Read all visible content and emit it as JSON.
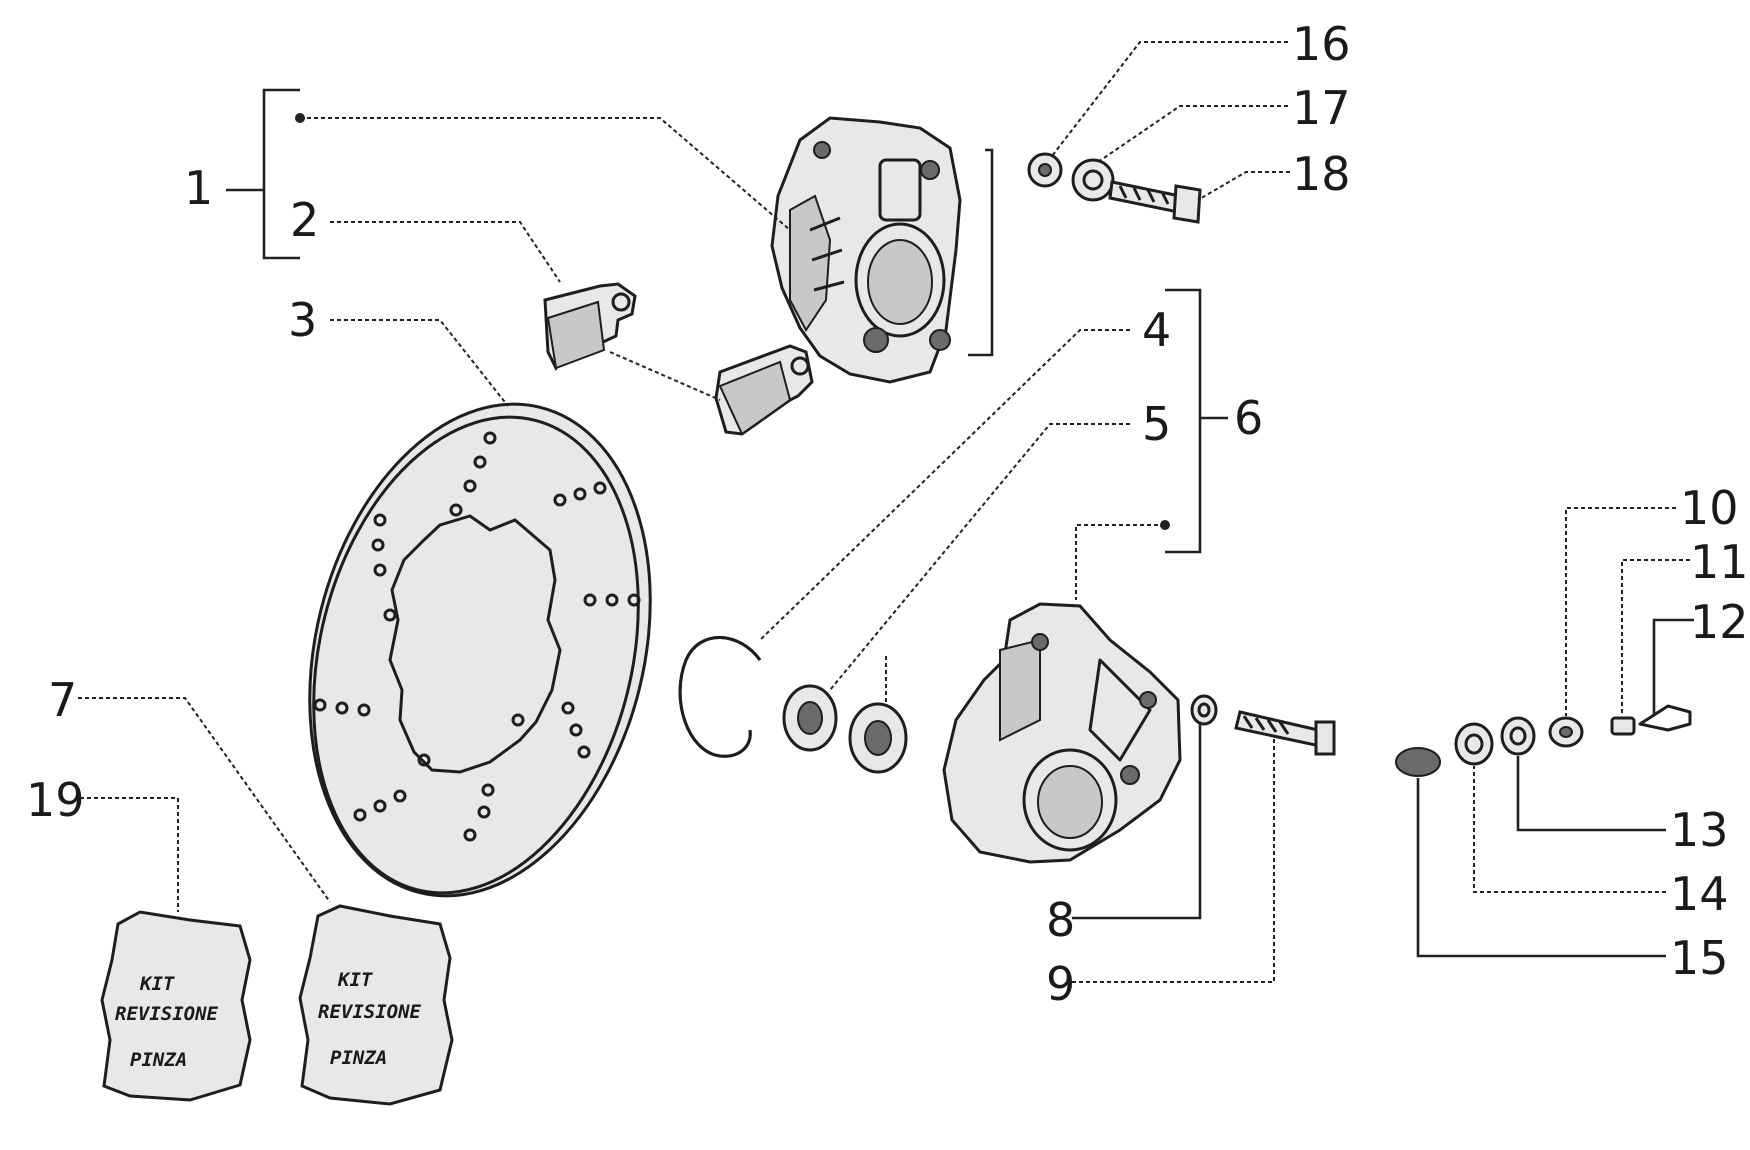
{
  "callouts": {
    "c1": "1",
    "c2": "2",
    "c3": "3",
    "c4": "4",
    "c5": "5",
    "c6": "6",
    "c7": "7",
    "c8": "8",
    "c9": "9",
    "c10": "10",
    "c11": "11",
    "c12": "12",
    "c13": "13",
    "c14": "14",
    "c15": "15",
    "c16": "16",
    "c17": "17",
    "c18": "18",
    "c19": "19"
  },
  "kit_packets": {
    "packet_a": {
      "line1": "KIT",
      "line2": "REVISIONE",
      "line3": "PINZA"
    },
    "packet_b": {
      "line1": "KIT",
      "line2": "REVISIONE",
      "line3": "PINZA"
    }
  }
}
